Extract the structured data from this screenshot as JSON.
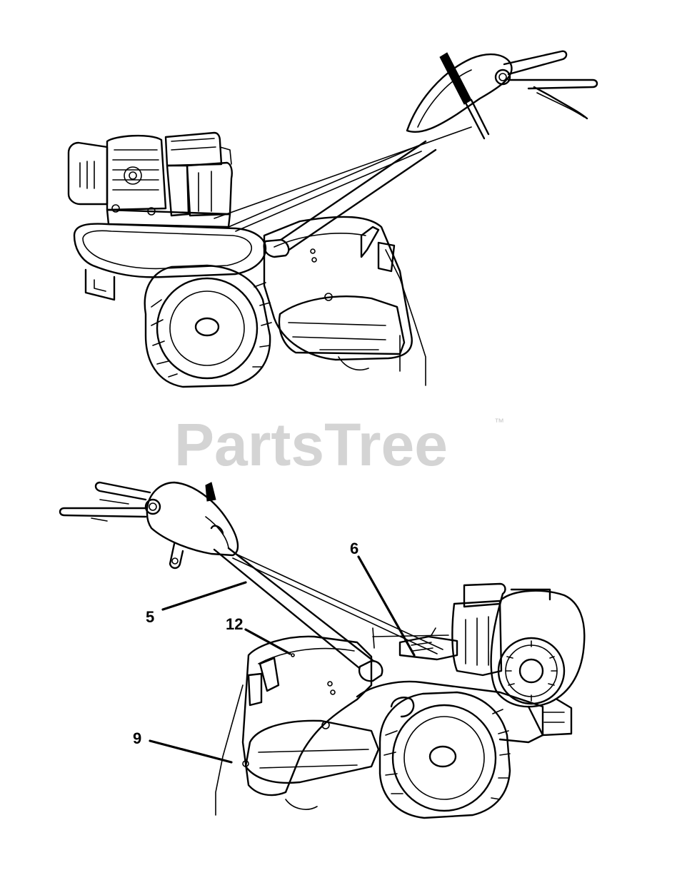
{
  "watermark": {
    "text": "PartsTree",
    "trademark": "™",
    "color": "#d4d4d4"
  },
  "callouts": [
    {
      "id": "callout-5",
      "label": "5"
    },
    {
      "id": "callout-6",
      "label": "6"
    },
    {
      "id": "callout-9",
      "label": "9"
    },
    {
      "id": "callout-12",
      "label": "12"
    }
  ]
}
